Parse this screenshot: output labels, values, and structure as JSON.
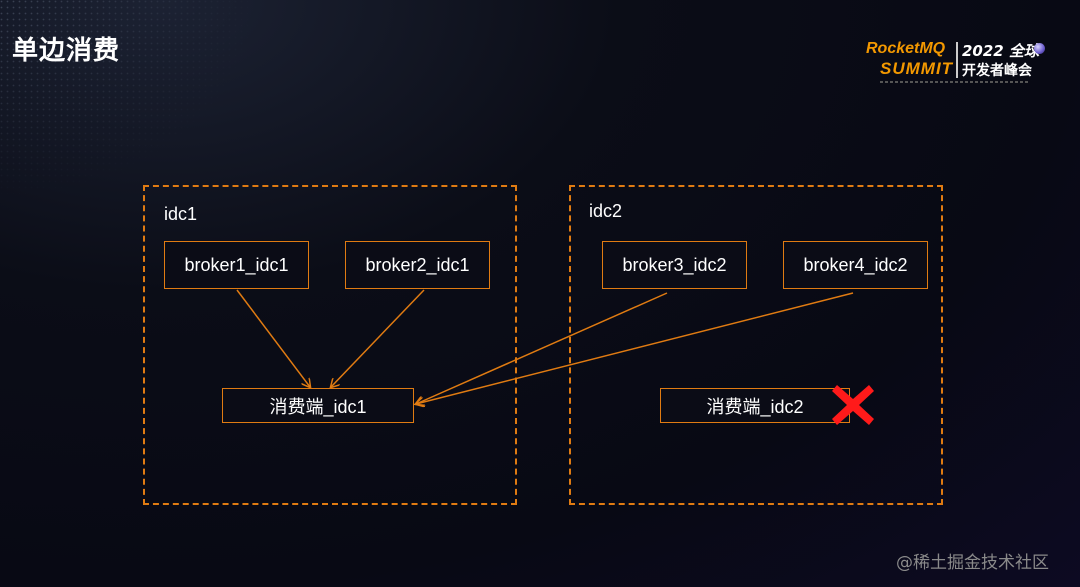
{
  "slide": {
    "title": "单边消费",
    "logo": {
      "line1": "RocketMQ",
      "line2": "SUMMIT",
      "right_line1": "2022 全球",
      "right_line2": "开发者峰会"
    },
    "watermark": "@稀土掘金技术社区"
  },
  "diagram": {
    "zones": [
      {
        "label": "idc1"
      },
      {
        "label": "idc2"
      }
    ],
    "nodes": {
      "broker1": "broker1_idc1",
      "broker2": "broker2_idc1",
      "broker3": "broker3_idc2",
      "broker4": "broker4_idc2",
      "consumer1": "消费端_idc1",
      "consumer2": "消费端_idc2"
    },
    "edges": [
      {
        "from": "broker1_idc1",
        "to": "消费端_idc1"
      },
      {
        "from": "broker2_idc1",
        "to": "消费端_idc1"
      },
      {
        "from": "broker3_idc2",
        "to": "消费端_idc1"
      },
      {
        "from": "broker4_idc2",
        "to": "消费端_idc1"
      }
    ],
    "failed_node": "消费端_idc2",
    "colors": {
      "accent": "#e07b12",
      "failure": "#ff1a1a",
      "background": "#080914"
    }
  }
}
